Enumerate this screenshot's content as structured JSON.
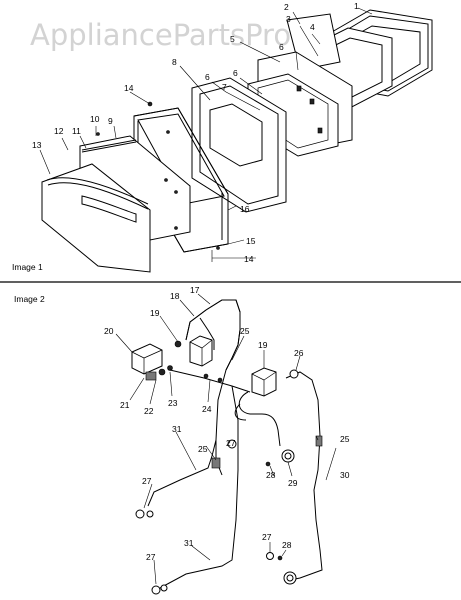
{
  "watermark": "AppliancePartsPros.com",
  "sections": {
    "image1": "Image 1",
    "image2": "Image 2"
  },
  "callouts": [
    {
      "id": "c1",
      "text": "1"
    },
    {
      "id": "c2",
      "text": "2"
    },
    {
      "id": "c3",
      "text": "3"
    },
    {
      "id": "c4",
      "text": "4"
    },
    {
      "id": "c5",
      "text": "5"
    },
    {
      "id": "c6a",
      "text": "6"
    },
    {
      "id": "c6b",
      "text": "6"
    },
    {
      "id": "c6c",
      "text": "6"
    },
    {
      "id": "c7",
      "text": "7"
    },
    {
      "id": "c8",
      "text": "8"
    },
    {
      "id": "c9",
      "text": "9"
    },
    {
      "id": "c10",
      "text": "10"
    },
    {
      "id": "c11",
      "text": "11"
    },
    {
      "id": "c12",
      "text": "12"
    },
    {
      "id": "c13",
      "text": "13"
    },
    {
      "id": "c14a",
      "text": "14"
    },
    {
      "id": "c14b",
      "text": "14"
    },
    {
      "id": "c15",
      "text": "15"
    },
    {
      "id": "c16",
      "text": "16"
    },
    {
      "id": "c17",
      "text": "17"
    },
    {
      "id": "c18",
      "text": "18"
    },
    {
      "id": "c19a",
      "text": "19"
    },
    {
      "id": "c19b",
      "text": "19"
    },
    {
      "id": "c20",
      "text": "20"
    },
    {
      "id": "c21",
      "text": "21"
    },
    {
      "id": "c22",
      "text": "22"
    },
    {
      "id": "c23",
      "text": "23"
    },
    {
      "id": "c24",
      "text": "24"
    },
    {
      "id": "c25a",
      "text": "25"
    },
    {
      "id": "c25b",
      "text": "25"
    },
    {
      "id": "c25c",
      "text": "25"
    },
    {
      "id": "c26",
      "text": "26"
    },
    {
      "id": "c27a",
      "text": "27"
    },
    {
      "id": "c27b",
      "text": "27"
    },
    {
      "id": "c27c",
      "text": "27"
    },
    {
      "id": "c27d",
      "text": "27"
    },
    {
      "id": "c28a",
      "text": "28"
    },
    {
      "id": "c28b",
      "text": "28"
    },
    {
      "id": "c29",
      "text": "29"
    },
    {
      "id": "c30",
      "text": "30"
    },
    {
      "id": "c31a",
      "text": "31"
    },
    {
      "id": "c31b",
      "text": "31"
    }
  ]
}
